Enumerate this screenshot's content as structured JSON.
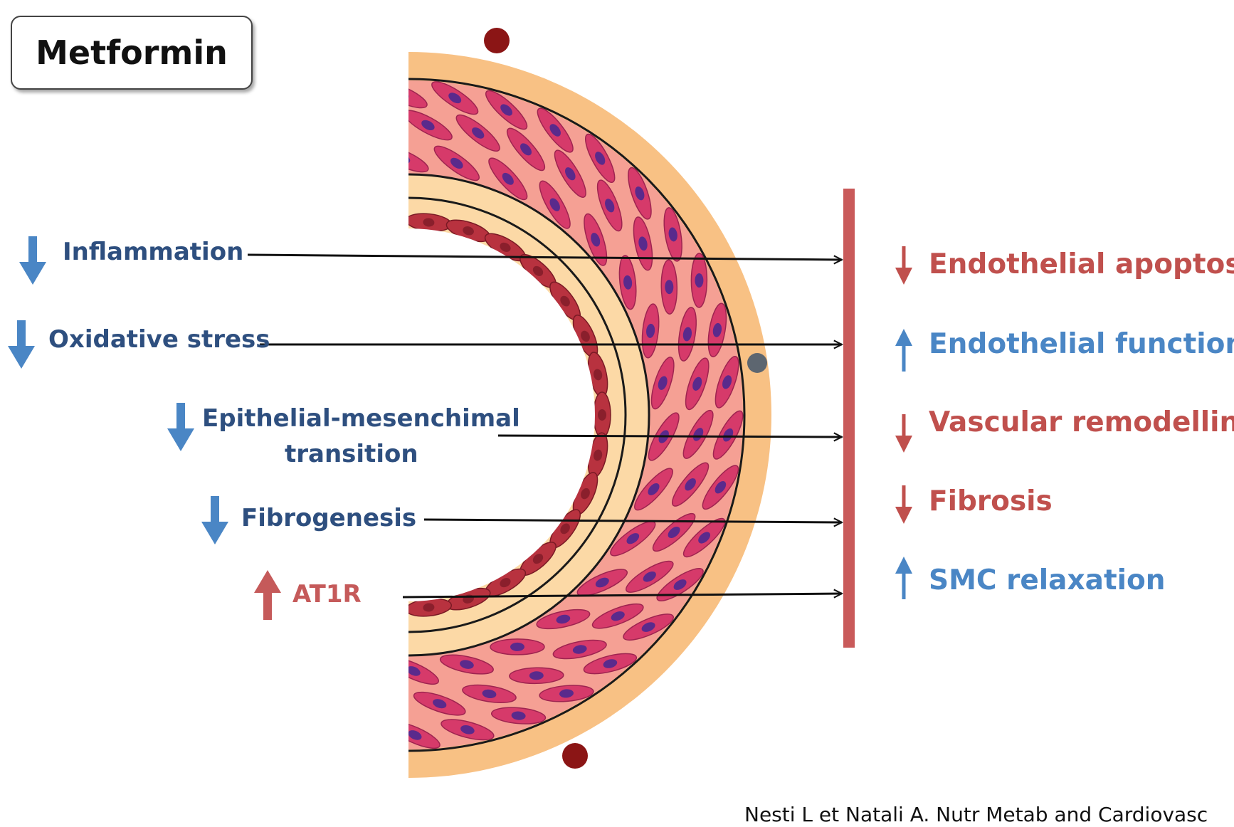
{
  "title": "Metformin",
  "left_effects": [
    {
      "label": "Inflammation",
      "direction": "down",
      "color": "#4a86c5"
    },
    {
      "label": "Oxidative stress",
      "direction": "down",
      "color": "#4a86c5"
    },
    {
      "label_line1": "Epithelial-mesenchimal",
      "label_line2": "transition",
      "direction": "down",
      "color": "#4a86c5"
    },
    {
      "label": "Fibrogenesis",
      "direction": "down",
      "color": "#4a86c5"
    },
    {
      "label": "AT1R",
      "direction": "up",
      "color": "#c55a5a"
    }
  ],
  "right_outcomes": [
    {
      "label": "Endothelial apoptosis",
      "direction": "down",
      "color": "#c0504d"
    },
    {
      "label": "Endothelial function",
      "direction": "up",
      "color": "#4a86c5"
    },
    {
      "label": "Vascular remodelling",
      "direction": "down",
      "color": "#c0504d"
    },
    {
      "label": "Fibrosis",
      "direction": "down",
      "color": "#c0504d"
    },
    {
      "label": "SMC relaxation",
      "direction": "up",
      "color": "#4a86c5"
    }
  ],
  "citation": "Nesti L et Natali A. Nutr Metab and Cardiovasc",
  "colors": {
    "adventitia": "#f8c184",
    "media": "#f5a094",
    "smooth_muscle_cell": "#d63a6a",
    "nucleus": "#5a2a8c",
    "intima": "#fcd9a6",
    "endothelium": "#b8323f",
    "barrier_bar": "#c95a5a",
    "vasa_vasorum": "#8b1515",
    "outline": "#1a1a1a"
  }
}
